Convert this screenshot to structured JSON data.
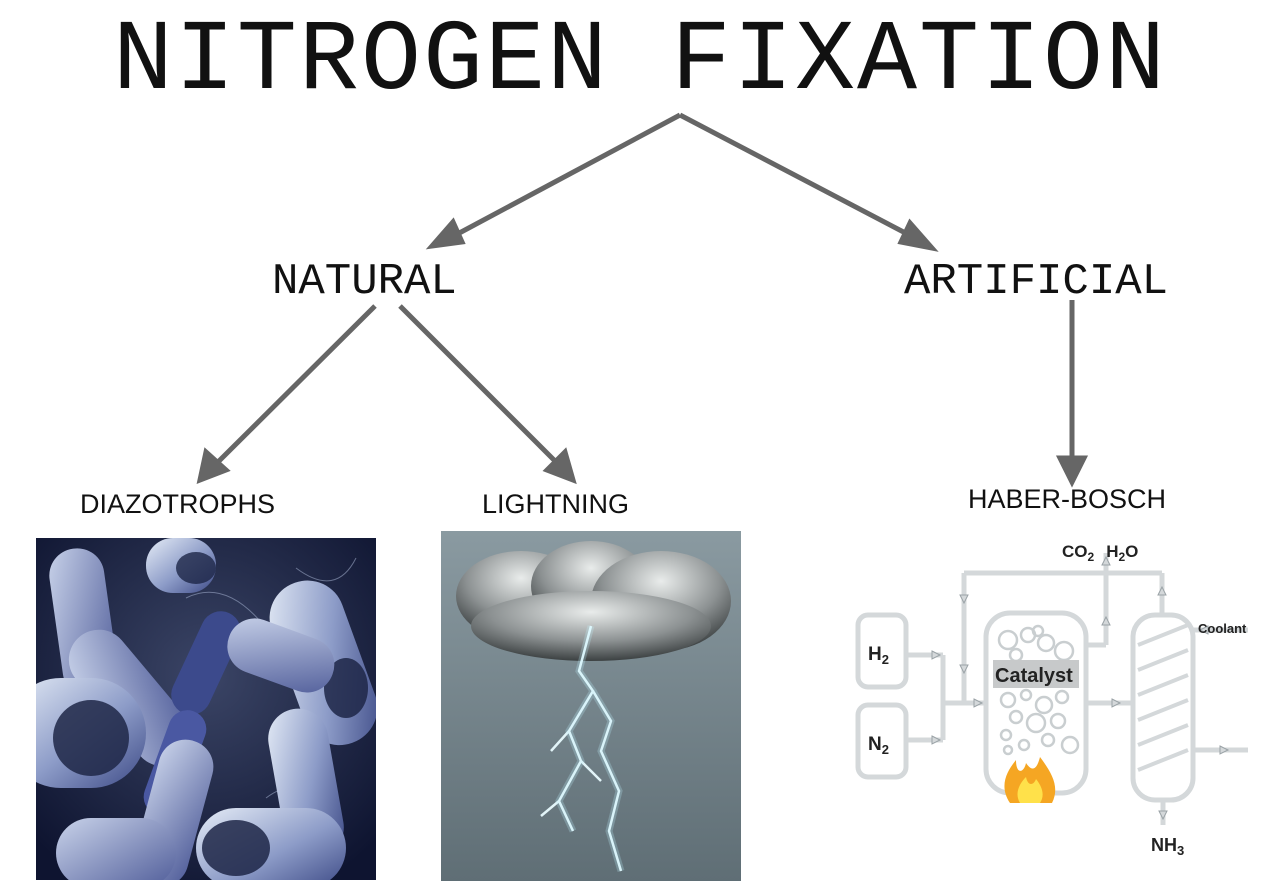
{
  "title": "NITROGEN FIXATION",
  "branches": {
    "natural": "NATURAL",
    "artificial": "ARTIFICIAL"
  },
  "leaves": {
    "diazotrophs": "DIAZOTROPHS",
    "lightning": "LIGHTNING",
    "haber_bosch": "HABER-BOSCH"
  },
  "haber_diagram": {
    "inputs": [
      "H2",
      "N2"
    ],
    "catalyst": "Catalyst",
    "exhaust": "CO2 H2O",
    "coolant": "Coolant",
    "product": "NH3"
  },
  "colors": {
    "arrow": "#666666",
    "pipe": "#d4d8da",
    "bacteria_bg": "#1c2340",
    "sky": "#6f7f86"
  }
}
